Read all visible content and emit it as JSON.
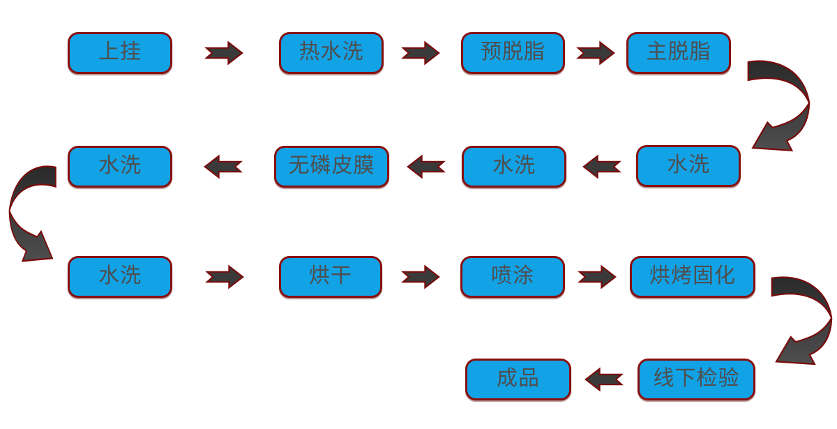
{
  "diagram_type": "process-flowchart",
  "colors": {
    "background": "#FFFFFF",
    "box_fill": "#12A2E6",
    "box_border": "#871010",
    "box_text": "#4E4E4E",
    "arrow_fill": "#3A3A3A",
    "arrow_border": "#790B0B",
    "curve_gradient_top": "#2A2A2A",
    "curve_gradient_bottom": "#4E4E4E"
  },
  "flow": {
    "rows": [
      {
        "direction": "right",
        "steps": [
          {
            "label": "上挂"
          },
          {
            "label": "热水洗"
          },
          {
            "label": "预脱脂"
          },
          {
            "label": "主脱脂"
          }
        ]
      },
      {
        "direction": "left",
        "steps": [
          {
            "label": "水洗"
          },
          {
            "label": "无磷皮膜"
          },
          {
            "label": "水洗"
          },
          {
            "label": "水洗"
          }
        ]
      },
      {
        "direction": "right",
        "steps": [
          {
            "label": "水洗"
          },
          {
            "label": "烘干"
          },
          {
            "label": "喷涂"
          },
          {
            "label": "烘烤固化"
          }
        ]
      },
      {
        "direction": "left",
        "steps": [
          {
            "label": "成品"
          },
          {
            "label": "线下检验"
          }
        ]
      }
    ],
    "process_sequence": [
      "上挂",
      "热水洗",
      "预脱脂",
      "主脱脂",
      "水洗",
      "水洗",
      "无磷皮膜",
      "水洗",
      "水洗",
      "烘干",
      "喷涂",
      "烘烤固化",
      "线下检验",
      "成品"
    ],
    "connectors": {
      "straight_arrows": 10,
      "curved_arrows": [
        {
          "from": "主脱脂",
          "to": "水洗",
          "side": "right"
        },
        {
          "from": "水洗",
          "to": "水洗",
          "side": "left"
        },
        {
          "from": "烘烤固化",
          "to": "线下检验",
          "side": "right"
        }
      ]
    }
  }
}
